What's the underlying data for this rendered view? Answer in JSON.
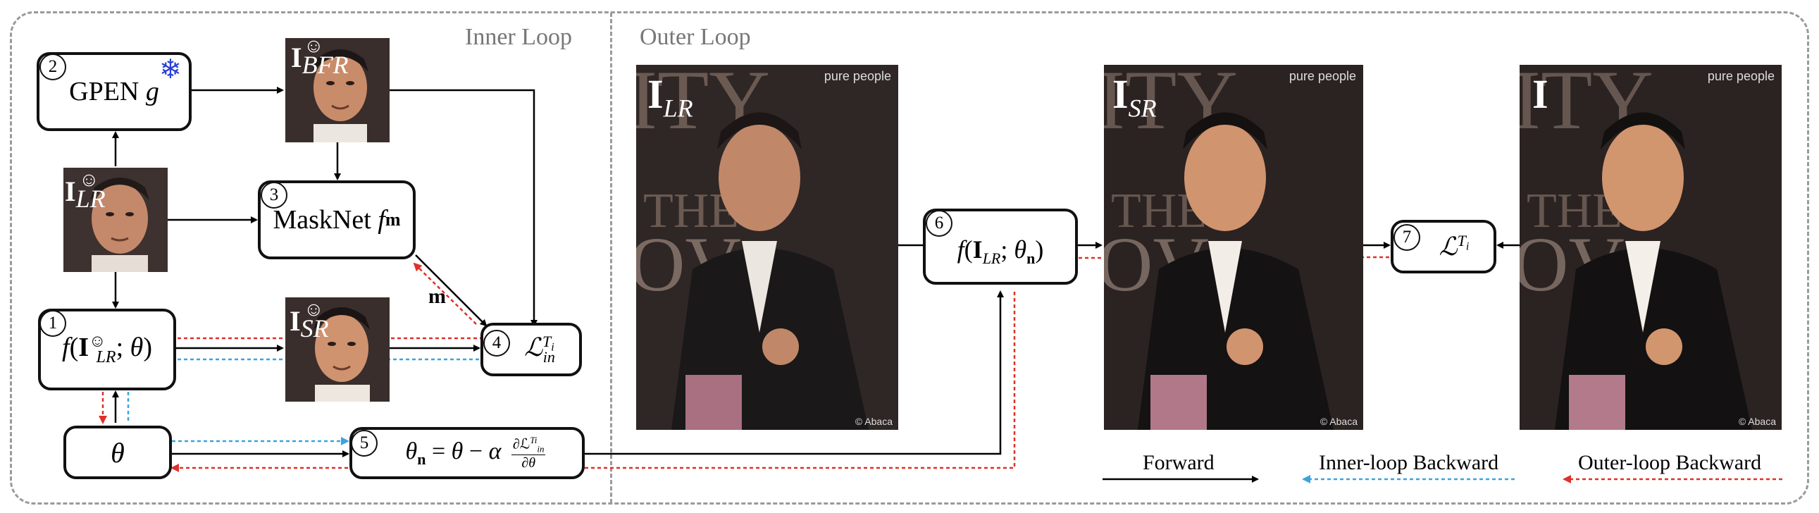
{
  "sections": {
    "inner_label": "Inner Loop",
    "outer_label": "Outer Loop"
  },
  "nodes": {
    "gpen": {
      "num": "2",
      "label": "GPEN",
      "var": "g"
    },
    "masknet": {
      "num": "3",
      "label": "MaskNet",
      "var": "f",
      "sub": "m"
    },
    "f_inner": {
      "num": "1",
      "formula": "f(I☺LR ; θ)"
    },
    "loss_in": {
      "num": "4",
      "formula": "L in Ti"
    },
    "theta": {
      "formula": "θ"
    },
    "update": {
      "num": "5",
      "formula": "θn = θ − α ∂L in Ti / ∂θ"
    },
    "f_outer": {
      "num": "6",
      "formula": "f(ILR ; θn)"
    },
    "loss_out": {
      "num": "7",
      "formula": "L Ti"
    }
  },
  "small_images": {
    "i_bfr": {
      "label": "I",
      "sub": "BFR",
      "badge": "☺"
    },
    "i_lr_face": {
      "label": "I",
      "sub": "LR",
      "badge": "☺"
    },
    "i_sr_face": {
      "label": "I",
      "sub": "SR",
      "badge": "☺"
    }
  },
  "large_images": {
    "i_lr": {
      "label": "I",
      "sub": "LR",
      "watermark": "pure people",
      "credit": "© Abaca"
    },
    "i_sr": {
      "label": "I",
      "sub": "SR",
      "watermark": "pure people",
      "credit": "© Abaca"
    },
    "i_gt": {
      "label": "I",
      "sub": "",
      "watermark": "pure people",
      "credit": "© Abaca"
    }
  },
  "edge_labels": {
    "mask": "m"
  },
  "legend": {
    "forward": "Forward",
    "inner_backward": "Inner-loop Backward",
    "outer_backward": "Outer-loop Backward"
  },
  "colors": {
    "forward": "#000000",
    "inner_backward": "#3aa3e0",
    "outer_backward": "#e0302a",
    "frozen_icon": "#2a3fd6"
  },
  "icons": {
    "frozen": "snowflake-icon"
  }
}
